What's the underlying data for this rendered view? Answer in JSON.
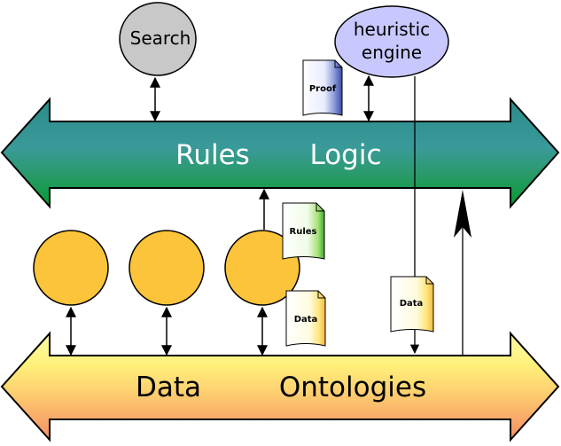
{
  "diagram": {
    "upper_band": {
      "labels": [
        "Rules",
        "Logic"
      ],
      "label_color": "#ffffff"
    },
    "lower_band": {
      "labels": [
        "Data",
        "Ontologies"
      ],
      "label_color": "#000000"
    },
    "nodes": {
      "search": "Search",
      "heuristic_line1": "heuristic",
      "heuristic_line2": "engine"
    },
    "documents": {
      "proof": "Proof",
      "rules": "Rules",
      "data_left": "Data",
      "data_right": "Data"
    },
    "colors": {
      "upper_band_top": "#2f8e8e",
      "upper_band_bottom": "#0f9a3a",
      "lower_band_top": "#fffaa0",
      "lower_band_bottom": "#f79a6a",
      "circle_fill": "#fbc43a",
      "search_fill": "#c8c8c8",
      "heuristic_fill": "#c8c8ff"
    }
  }
}
